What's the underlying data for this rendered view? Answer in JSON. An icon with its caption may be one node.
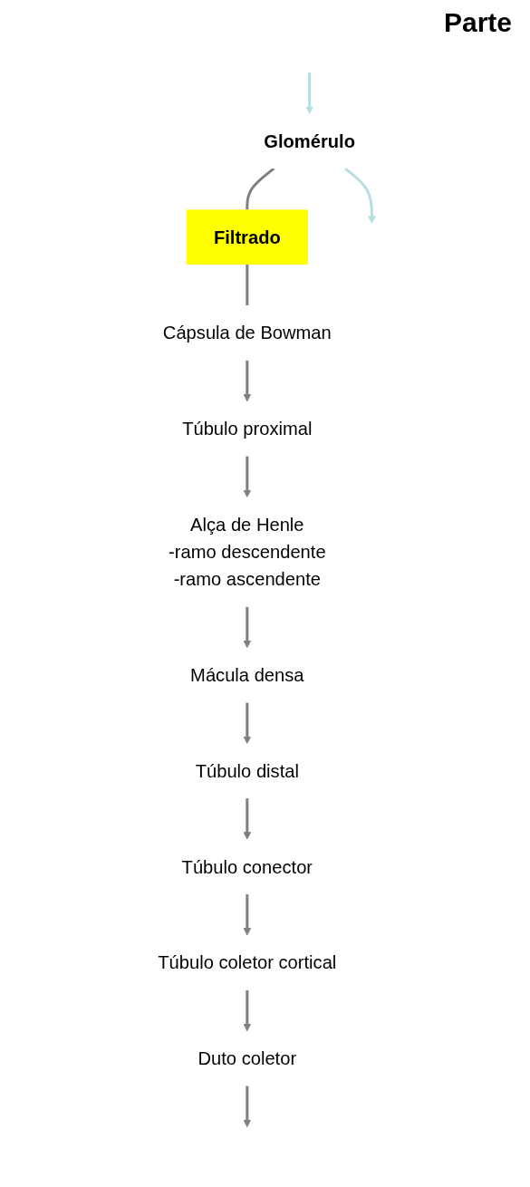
{
  "diagram": {
    "title": "Parte",
    "nodes": [
      {
        "text": [
          "Glomérulo"
        ]
      },
      {
        "text": [
          "Filtrado"
        ]
      },
      {
        "text": [
          "Cápsula de Bowman"
        ]
      },
      {
        "text": [
          "Túbulo proximal"
        ]
      },
      {
        "text": [
          "Alça de Henle",
          "-ramo descendente",
          "-ramo ascendente"
        ]
      },
      {
        "text": [
          "Mácula densa"
        ]
      },
      {
        "text": [
          "Túbulo distal"
        ]
      },
      {
        "text": [
          "Túbulo conector"
        ]
      },
      {
        "text": [
          "Túbulo coletor cortical"
        ]
      },
      {
        "text": [
          "Duto coletor"
        ]
      }
    ],
    "edges": [
      {
        "from": null,
        "to": 0,
        "arrow": "to",
        "color": "#b7dde1"
      },
      {
        "from": 0,
        "to": null,
        "arrow": "to",
        "color": "#b7dde1"
      },
      {
        "from": 0,
        "to": 1,
        "arrow": "none"
      },
      {
        "from": 1,
        "to": 2,
        "arrow": "none"
      },
      {
        "from": 2,
        "to": 3,
        "arrow": "to"
      },
      {
        "from": 3,
        "to": 4,
        "arrow": "to"
      },
      {
        "from": 4,
        "to": 5,
        "arrow": "to"
      },
      {
        "from": 5,
        "to": 6,
        "arrow": "to"
      },
      {
        "from": 6,
        "to": 7,
        "arrow": "to"
      },
      {
        "from": 7,
        "to": 8,
        "arrow": "to"
      },
      {
        "from": 8,
        "to": 9,
        "arrow": "to"
      },
      {
        "from": 9,
        "to": null,
        "arrow": "to"
      }
    ]
  }
}
